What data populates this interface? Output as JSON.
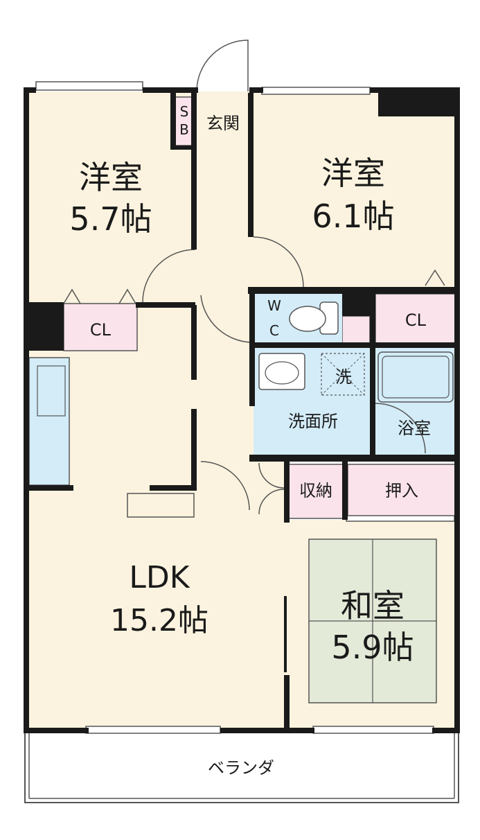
{
  "colors": {
    "wall": "#1a1a1a",
    "room_cream": "#fbf3df",
    "closet_pink": "#fbe3ec",
    "wet_blue": "#d3ecf8",
    "tatami_green": "#e3ead8",
    "balcony": "#ffffff",
    "line": "#555555"
  },
  "rooms": {
    "western_nw": {
      "name": "洋室",
      "size": "5.7帖"
    },
    "western_ne": {
      "name": "洋室",
      "size": "6.1帖"
    },
    "ldk": {
      "name": "LDK",
      "size": "15.2帖"
    },
    "japanese": {
      "name": "和室",
      "size": "5.9帖"
    },
    "entrance": {
      "name": "玄関"
    },
    "shoe_box": {
      "top": "S",
      "bottom": "B"
    },
    "closet_nw": {
      "name": "CL"
    },
    "closet_ne": {
      "name": "CL"
    },
    "wc": {
      "top": "W",
      "bottom": "C"
    },
    "washroom": {
      "name": "洗面所"
    },
    "washer": {
      "name": "洗"
    },
    "bathroom": {
      "name": "浴室"
    },
    "storage": {
      "name": "収納"
    },
    "oshiire": {
      "name": "押入"
    },
    "balcony": {
      "name": "ベランダ"
    }
  }
}
